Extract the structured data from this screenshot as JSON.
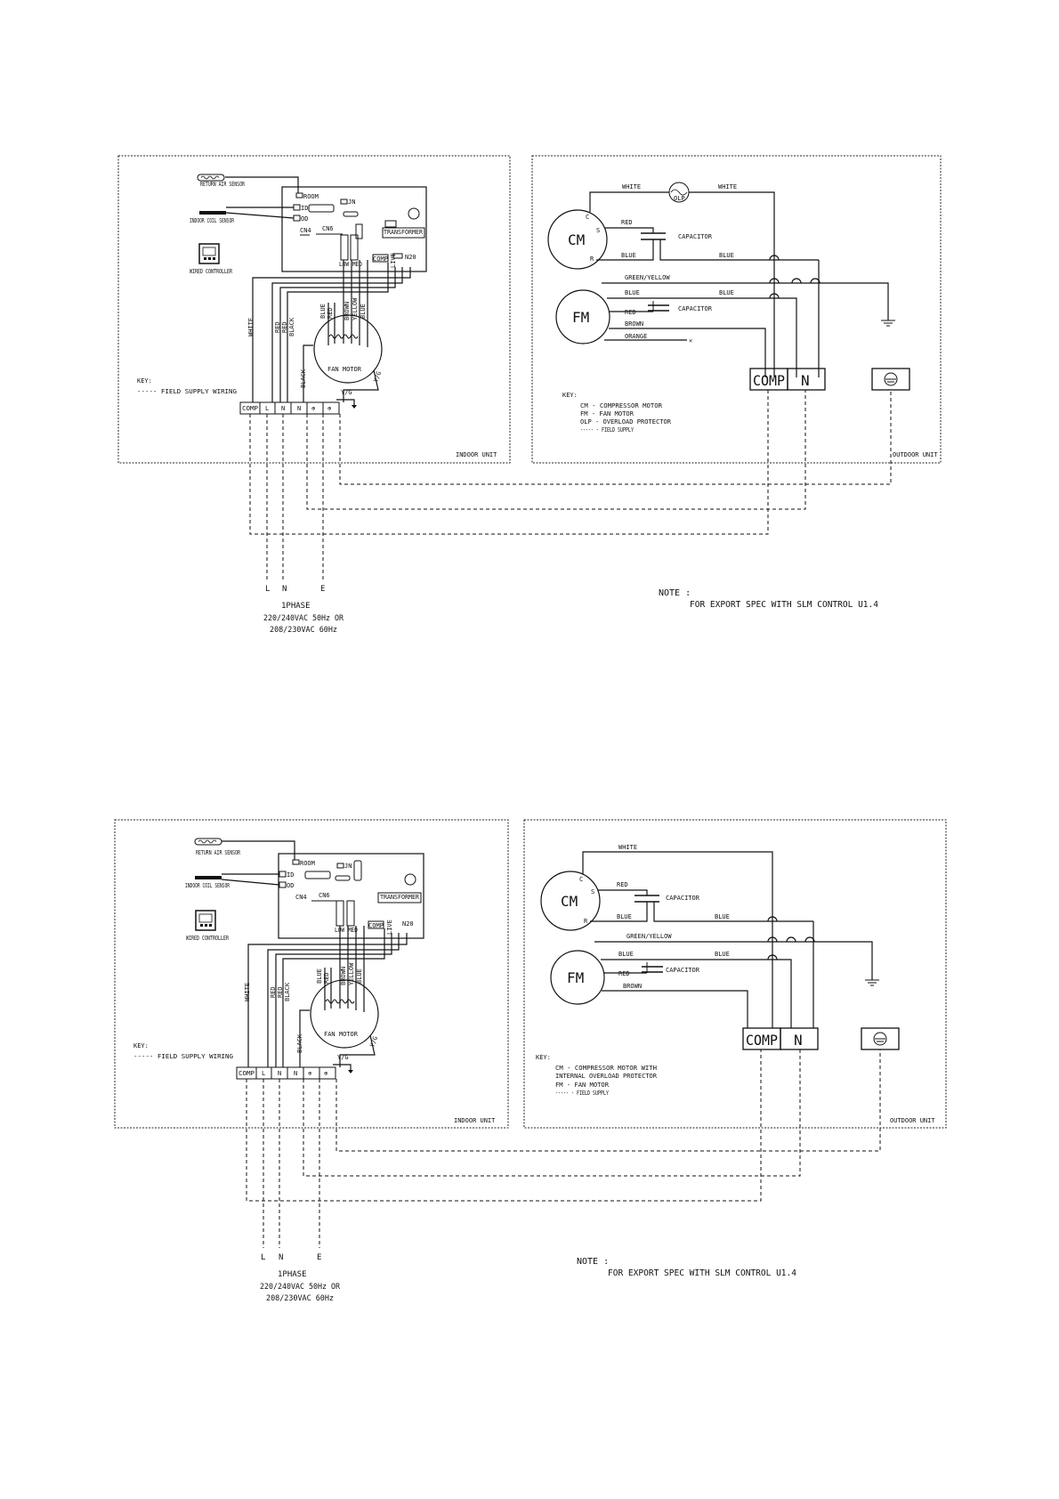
{
  "diagrams": [
    {
      "indoor": {
        "return_air_sensor": "RETURN AIR SENSOR",
        "indoor_coil_sensor": "INDOOR COIL SENSOR",
        "wired_controller": "WIRED CONTROLLER",
        "room": "ROOM",
        "id": "ID",
        "od": "OD",
        "jn": "JN",
        "cn4": "CN4",
        "cn6": "CN6",
        "transformer": "TRANSFORMER",
        "low_med": "LOW MED",
        "comp_relay": "COMP",
        "n20": "N20",
        "live": "LIVE",
        "wire_white": "WHITE",
        "wire_red": "RED",
        "wire_red2": "RED",
        "wire_black": "BLACK",
        "wire_blue": "BLUE",
        "wire_red3": "RED",
        "wire_brown": "BROWN",
        "wire_yellow": "YELLOW",
        "wire_blue2": "BLUE",
        "wire_black2": "BLACK",
        "yg": "Y/G",
        "yg2": "Y/G",
        "fan_motor": "FAN MOTOR",
        "key": "KEY:",
        "key_field": "----- FIELD SUPPLY WIRING",
        "terminals": [
          "COMP",
          "L",
          "N",
          "N",
          "⊕",
          "⊕"
        ],
        "unit_label": "INDOOR UNIT"
      },
      "outdoor": {
        "white1": "WHITE",
        "white2": "WHITE",
        "olp": "OLP",
        "cm": "CM",
        "c": "C",
        "s": "S",
        "r": "R",
        "red1": "RED",
        "capacitor1": "CAPACITOR",
        "blue1": "BLUE",
        "blue2": "BLUE",
        "green_yellow": "GREEN/YELLOW",
        "fm": "FM",
        "blue3": "BLUE",
        "blue4": "BLUE",
        "red2": "RED",
        "capacitor2": "CAPACITOR",
        "brown": "BROWN",
        "orange": "ORANGE",
        "comp_term": "COMP",
        "n_term": "N",
        "key": "KEY:",
        "key_lines": [
          "CM - COMPRESSOR MOTOR",
          "FM - FAN MOTOR",
          "OLP - OVERLOAD PROTECTOR",
          "----- - FIELD SUPPLY"
        ],
        "unit_label": "OUTDOOR UNIT"
      },
      "supply": {
        "l": "L",
        "n": "N",
        "e": "E",
        "phase": "1PHASE",
        "v1": "220/240VAC 50Hz OR",
        "v2": "208/230VAC 60Hz"
      },
      "note": {
        "title": "NOTE :",
        "text": "FOR EXPORT SPEC WITH SLM CONTROL U1.4"
      }
    },
    {
      "indoor": {
        "return_air_sensor": "RETURN AIR SENSOR",
        "indoor_coil_sensor": "INDOOR COIL SENSOR",
        "wired_controller": "WIRED CONTROLLER",
        "room": "ROOM",
        "id": "ID",
        "od": "OD",
        "jn": "JN",
        "cn4": "CN4",
        "cn6": "CN6",
        "transformer": "TRANSFORMER",
        "low_med": "LOW MED",
        "comp_relay": "COMP",
        "n20": "N20",
        "live": "LIVE",
        "wire_white": "WHITE",
        "wire_red": "RED",
        "wire_red2": "RED",
        "wire_black": "BLACK",
        "wire_blue": "BLUE",
        "wire_red3": "RED",
        "wire_brown": "BROWN",
        "wire_yellow": "YELLOW",
        "wire_blue2": "BLUE",
        "wire_black2": "BLACK",
        "yg": "Y/G",
        "yg2": "Y/G",
        "fan_motor": "FAN MOTOR",
        "key": "KEY:",
        "key_field": "----- FIELD SUPPLY WIRING",
        "terminals": [
          "COMP",
          "L",
          "N",
          "N",
          "⊕",
          "⊕"
        ],
        "unit_label": "INDOOR UNIT"
      },
      "outdoor": {
        "white1": "WHITE",
        "cm": "CM",
        "c": "C",
        "s": "S",
        "r": "R",
        "red1": "RED",
        "capacitor1": "CAPACITOR",
        "blue1": "BLUE",
        "blue2": "BLUE",
        "green_yellow": "GREEN/YELLOW",
        "fm": "FM",
        "blue3": "BLUE",
        "blue4": "BLUE",
        "red2": "RED",
        "capacitor2": "CAPACITOR",
        "brown": "BROWN",
        "comp_term": "COMP",
        "n_term": "N",
        "key": "KEY:",
        "key_lines": [
          "CM - COMPRESSOR MOTOR WITH",
          "INTERNAL OVERLOAD PROTECTOR",
          "FM - FAN MOTOR",
          "----- - FIELD SUPPLY"
        ],
        "unit_label": "OUTDOOR UNIT"
      },
      "supply": {
        "l": "L",
        "n": "N",
        "e": "E",
        "phase": "1PHASE",
        "v1": "220/240VAC 50Hz OR",
        "v2": "208/230VAC 60Hz"
      },
      "note": {
        "title": "NOTE :",
        "text": "FOR EXPORT SPEC WITH SLM CONTROL U1.4"
      }
    }
  ]
}
